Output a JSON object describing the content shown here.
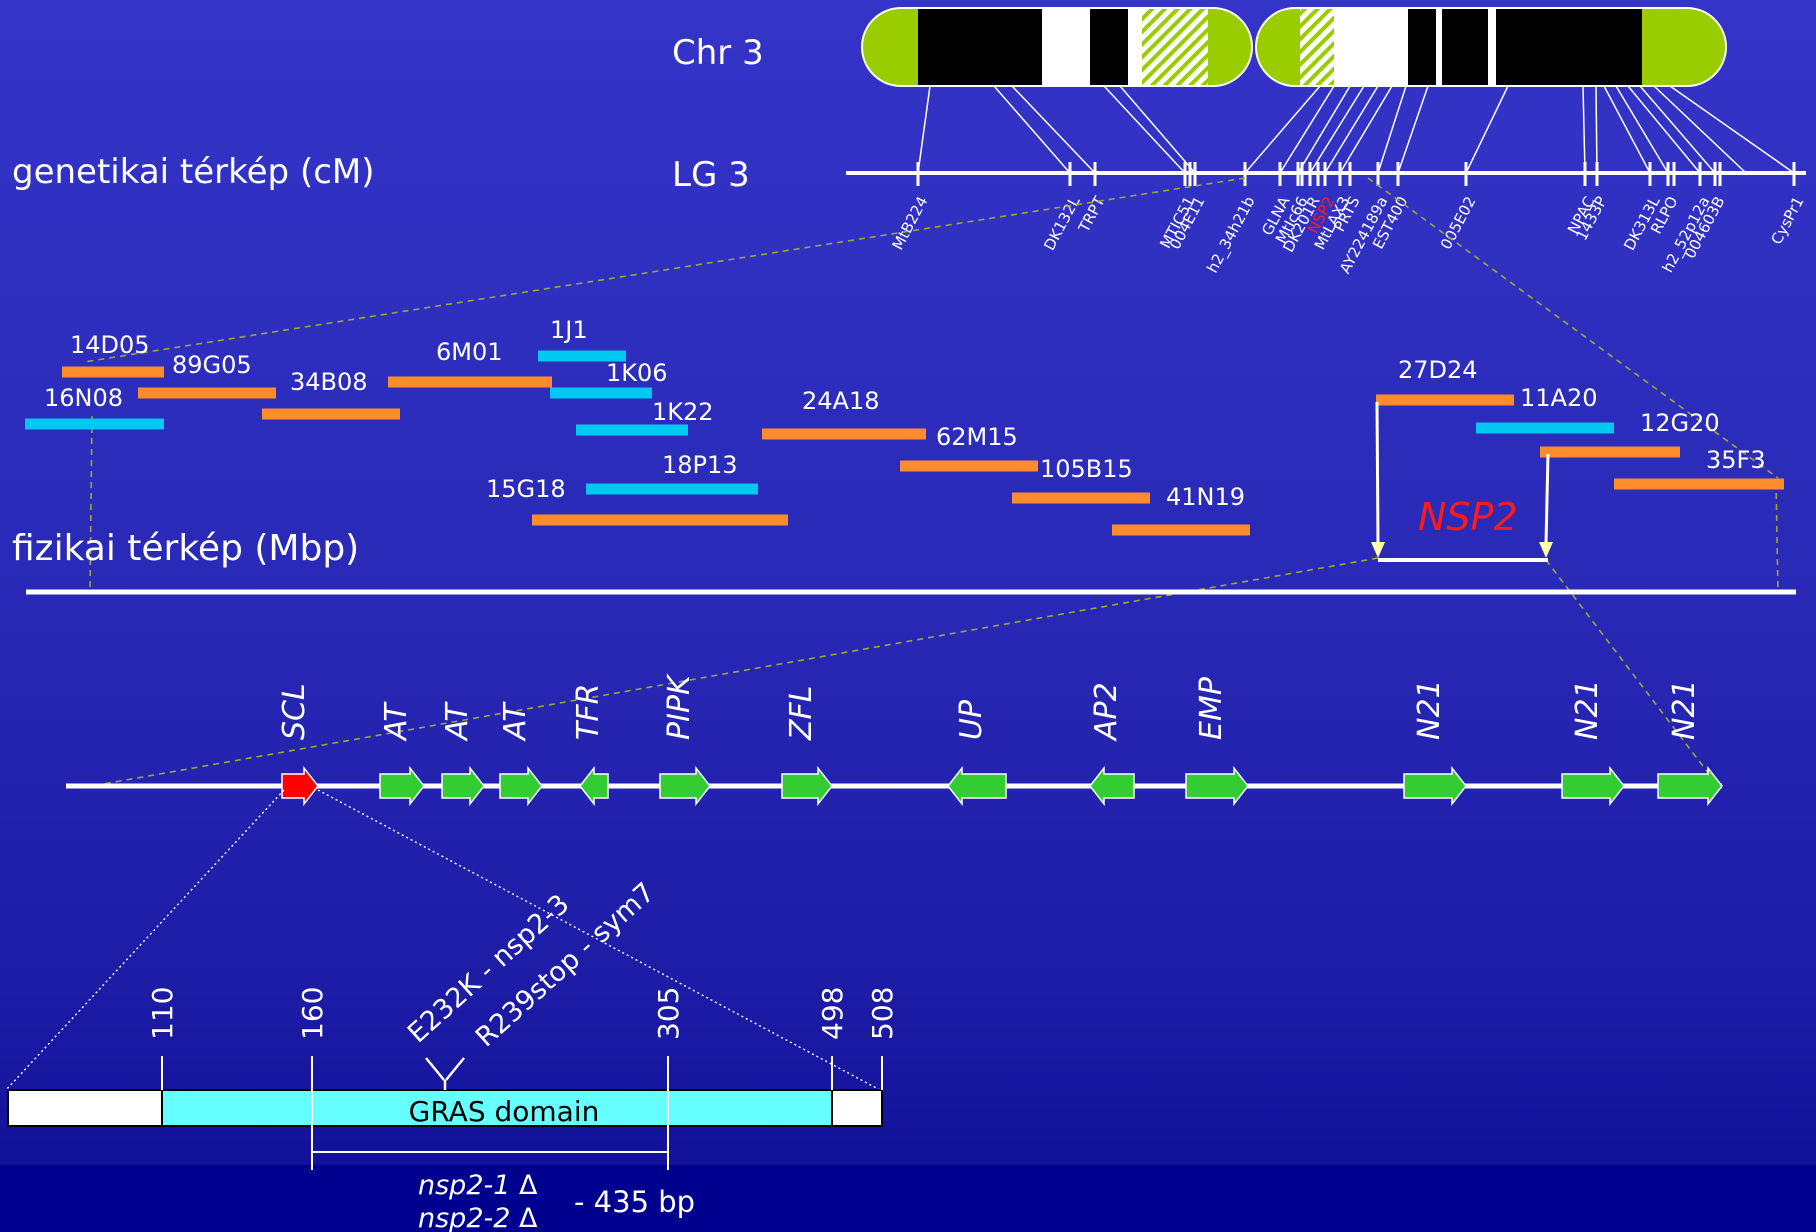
{
  "titles": {
    "chromosome": "Chr 3",
    "genetic_map": "genetikai térkép (cM)",
    "linkage_group": "LG 3",
    "physical_map": "fizikai térkép (Mbp)"
  },
  "colors": {
    "background_top": "#3434c8",
    "background_bottom": "#0d0d96",
    "centromere_green": "#9acd00",
    "bac_orange": "#ff8c2a",
    "bac_cyan": "#00c8f0",
    "gene_green": "#33cc33",
    "gene_red": "#ff0000",
    "gras_cyan": "#66ffff",
    "nsp2_red": "#ff1a1a",
    "dashed_olive": "#9aa832"
  },
  "genetic_markers": [
    "MtB224",
    "DK132L",
    "TRPT",
    "MTIC51",
    "004E11",
    "h2_34h21b",
    "GLNA",
    "MtIc66",
    "DK201R",
    "NSP2",
    "MtLAX3",
    "PRTS",
    "AY224189a",
    "EST400",
    "005E02",
    "NPAC",
    "1433P",
    "DK313L",
    "RLPO",
    "h2_52p12a",
    "004603B",
    "CysPr1"
  ],
  "highlighted_marker": "NSP2",
  "bac_clones": [
    {
      "name": "14D05",
      "color": "orange"
    },
    {
      "name": "16N08",
      "color": "cyan"
    },
    {
      "name": "89G05",
      "color": "orange"
    },
    {
      "name": "34B08",
      "color": "orange"
    },
    {
      "name": "6M01",
      "color": "orange"
    },
    {
      "name": "1J1",
      "color": "cyan"
    },
    {
      "name": "1K06",
      "color": "cyan"
    },
    {
      "name": "1K22",
      "color": "cyan"
    },
    {
      "name": "18P13",
      "color": "cyan"
    },
    {
      "name": "15G18",
      "color": "orange"
    },
    {
      "name": "24A18",
      "color": "orange"
    },
    {
      "name": "62M15",
      "color": "orange"
    },
    {
      "name": "105B15",
      "color": "orange"
    },
    {
      "name": "41N19",
      "color": "orange"
    },
    {
      "name": "27D24",
      "color": "orange"
    },
    {
      "name": "11A20",
      "color": "cyan"
    },
    {
      "name": "12G20",
      "color": "orange"
    },
    {
      "name": "35F3",
      "color": "orange"
    }
  ],
  "nsp2_region_label": "NSP2",
  "genes": [
    {
      "name": "SCL",
      "direction": "right",
      "highlight": true
    },
    {
      "name": "AT",
      "direction": "right"
    },
    {
      "name": "AT",
      "direction": "right"
    },
    {
      "name": "AT",
      "direction": "right"
    },
    {
      "name": "TFR",
      "direction": "left"
    },
    {
      "name": "PIPK",
      "direction": "right"
    },
    {
      "name": "ZFL",
      "direction": "right"
    },
    {
      "name": "UP",
      "direction": "left"
    },
    {
      "name": "AP2",
      "direction": "left"
    },
    {
      "name": "EMP",
      "direction": "right"
    },
    {
      "name": "N21",
      "direction": "right"
    },
    {
      "name": "N21",
      "direction": "right"
    },
    {
      "name": "N21",
      "direction": "right"
    }
  ],
  "protein": {
    "domain_label": "GRAS domain",
    "positions": [
      "110",
      "160",
      "305",
      "498",
      "508"
    ],
    "mutations": [
      "E232K - nsp2-3",
      "R239stop - sym7"
    ],
    "deletions": [
      "nsp2-1",
      "nsp2-2"
    ],
    "delta_symbol": "Δ",
    "deletion_size": "- 435 bp"
  }
}
